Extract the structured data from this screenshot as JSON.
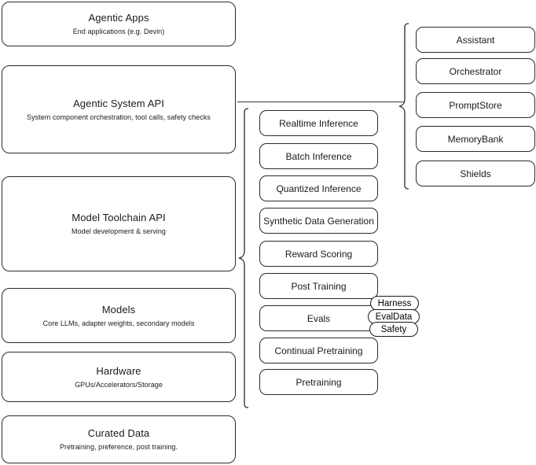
{
  "diagram": {
    "title": "Agentic AI stack layers",
    "stroke_color": "#2b2b2b",
    "background_color": "#ffffff",
    "text_color": "#1a1a1a"
  },
  "stack_layers": [
    {
      "id": "agentic-apps",
      "title": "Agentic Apps",
      "subtitle": "End applications (e.g. Devin)"
    },
    {
      "id": "agentic-system-api",
      "title": "Agentic System API",
      "subtitle": "System component orchestration, tool calls, safety checks"
    },
    {
      "id": "model-toolchain-api",
      "title": "Model Toolchain API",
      "subtitle": "Model development & serving"
    },
    {
      "id": "models",
      "title": "Models",
      "subtitle": "Core LLMs, adapter weights, secondary models"
    },
    {
      "id": "hardware",
      "title": "Hardware",
      "subtitle": "GPUs/Accelerators/Storage"
    },
    {
      "id": "curated-data",
      "title": "Curated Data",
      "subtitle": "Pretraining, preference, post training."
    }
  ],
  "toolchain_components": [
    {
      "id": "realtime-inference",
      "label": "Realtime Inference"
    },
    {
      "id": "batch-inference",
      "label": "Batch Inference"
    },
    {
      "id": "quantized-inference",
      "label": "Quantized Inference"
    },
    {
      "id": "synthetic-data-generation",
      "label": "Synthetic Data Generation"
    },
    {
      "id": "reward-scoring",
      "label": "Reward Scoring"
    },
    {
      "id": "post-training",
      "label": "Post Training"
    },
    {
      "id": "evals",
      "label": "Evals"
    },
    {
      "id": "continual-pretraining",
      "label": "Continual Pretraining"
    },
    {
      "id": "pretraining",
      "label": "Pretraining"
    }
  ],
  "evals_badges": [
    {
      "id": "harness",
      "label": "Harness"
    },
    {
      "id": "evaldata",
      "label": "EvalData"
    },
    {
      "id": "safety",
      "label": "Safety"
    }
  ],
  "system_components": [
    {
      "id": "assistant",
      "label": "Assistant"
    },
    {
      "id": "orchestrator",
      "label": "Orchestrator"
    },
    {
      "id": "promptstore",
      "label": "PromptStore"
    },
    {
      "id": "memorybank",
      "label": "MemoryBank"
    },
    {
      "id": "shields",
      "label": "Shields"
    }
  ]
}
